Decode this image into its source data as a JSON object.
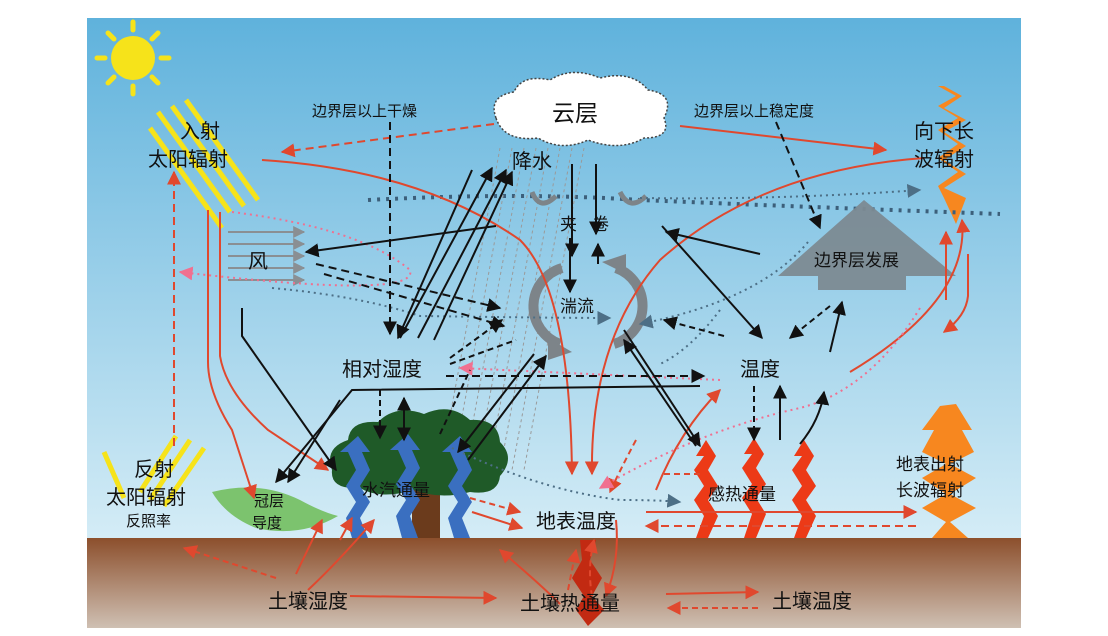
{
  "labels": {
    "cloud": "云层",
    "incoming_solar_1": "入射",
    "incoming_solar_2": "太阳辐射",
    "downward_lw_1": "向下长",
    "downward_lw_2": "波辐射",
    "dry_above_bl": "边界层以上干燥",
    "stable_above_bl": "边界层以上稳定度",
    "precipitation": "降水",
    "entrainment_1": "夹",
    "entrainment_2": "卷",
    "wind": "风",
    "turbulence": "湍流",
    "bl_development": "边界层发展",
    "relative_humidity": "相对湿度",
    "temperature": "温度",
    "reflected_solar_1": "反射",
    "reflected_solar_2": "太阳辐射",
    "albedo": "反照率",
    "canopy_conductance_1": "冠层",
    "canopy_conductance_2": "导度",
    "vapor_flux": "水汽通量",
    "surface_temperature": "地表温度",
    "sensible_heat_flux": "感热通量",
    "surface_lw_1": "地表出射",
    "surface_lw_2": "长波辐射",
    "soil_moisture": "土壤湿度",
    "soil_heat_flux": "土壤热通量",
    "soil_temperature": "土壤温度"
  },
  "colors": {
    "sky_top": "#5fb2dc",
    "sky_bottom": "#d4ecf6",
    "ground_top": "#8c4f2c",
    "ground_bottom": "#cfc0b3",
    "feedback_red": "#e0482e",
    "causal_black": "#111111",
    "sun": "#f6e31a",
    "arrow_orange": "#f7871f",
    "flux_red": "#ec3a17",
    "vapor_blue": "#3a6fc0",
    "cloud_white": "#ffffff",
    "bl_grey": "#7c8a92",
    "tree_green": "#1f5a28",
    "leaf_green": "#7cc36e"
  },
  "icons": [
    "sun-icon",
    "cloud-icon",
    "tree-icon",
    "leaf-icon",
    "boundary-layer-arrow-icon",
    "turbulence-icon"
  ]
}
